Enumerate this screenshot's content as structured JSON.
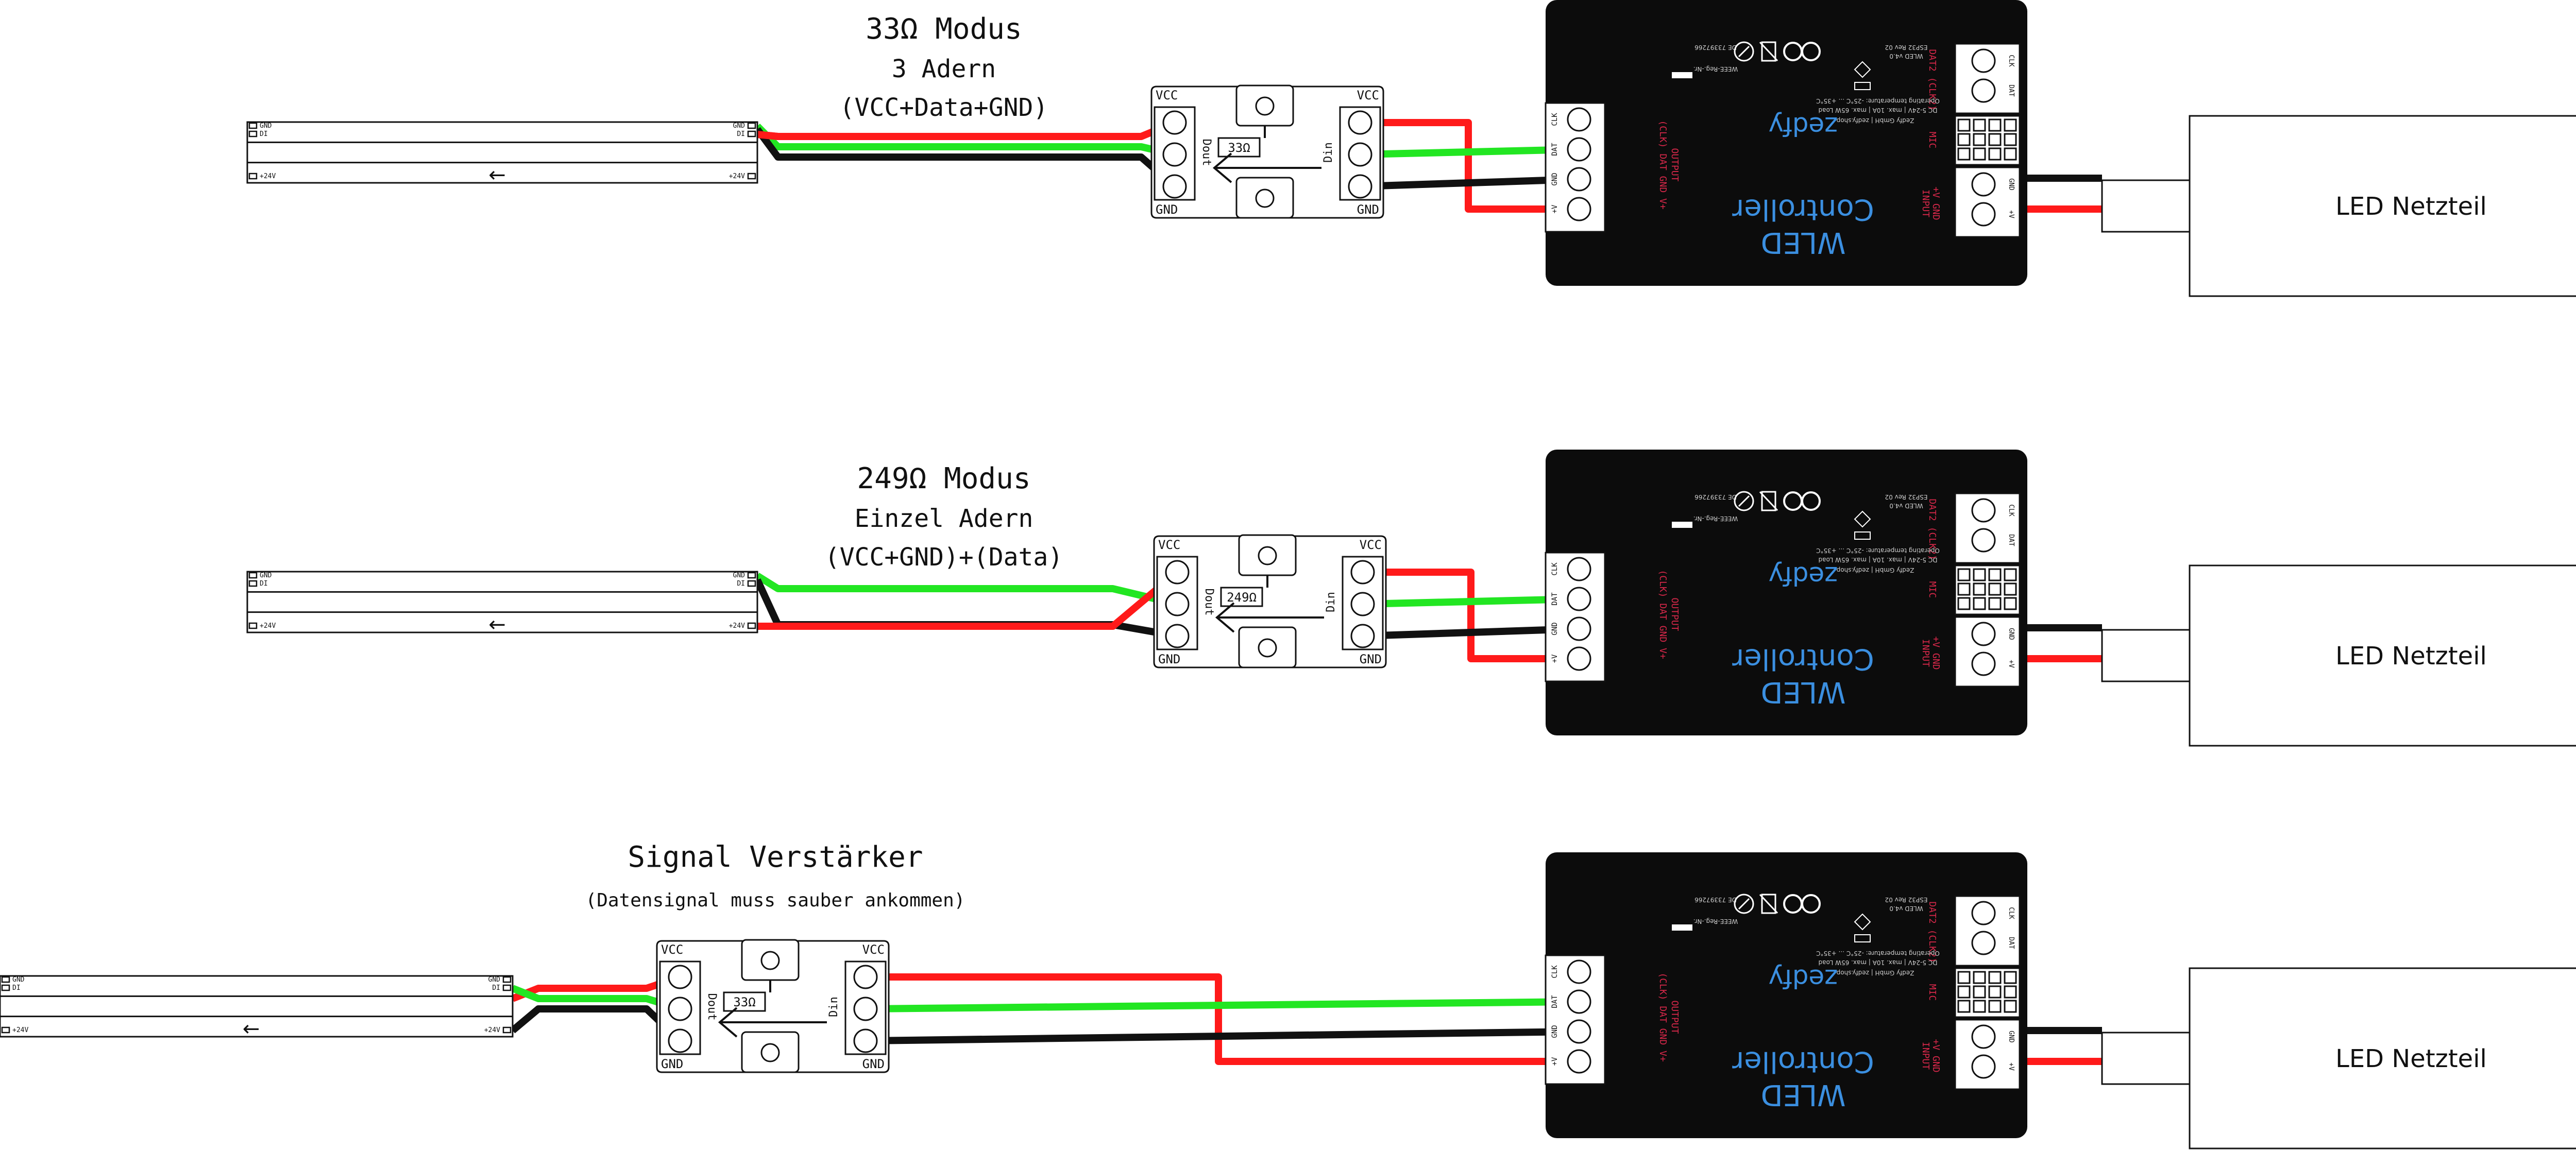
{
  "colors": {
    "wire_red": "#ff1a1a",
    "wire_green": "#22e622",
    "wire_black": "#111111",
    "controller_body": "#0c0c0c",
    "controller_label_blue": "#3b8fe0",
    "controller_label_red": "#d8284a"
  },
  "sections": [
    {
      "title": "33Ω Modus",
      "subtitle1": "3 Adern",
      "subtitle2": "(VCC+Data+GND)",
      "resistor": "33Ω"
    },
    {
      "title": "249Ω Modus",
      "subtitle1": "Einzel Adern",
      "subtitle2": "(VCC+GND)+(Data)",
      "resistor": "249Ω"
    },
    {
      "title": "Signal Verstärker",
      "subtitle1": "(Datensignal muss sauber ankommen)",
      "subtitle2": "",
      "resistor": "33Ω"
    }
  ],
  "strip": {
    "gnd": "GND",
    "di": "DI",
    "v24": "+24V",
    "arrow": "←"
  },
  "module": {
    "vcc": "VCC",
    "gnd": "GND",
    "dout": "Dout",
    "din": "Din"
  },
  "controller": {
    "brand": "zedfy",
    "name1": "WLED",
    "name2": "Controller",
    "output": "OUTPUT",
    "output_pins": "(CLK) DAT GND V+",
    "input": "INPUT",
    "input_pins": "+V GND",
    "mic": "MIC",
    "dat2": "DAT2 (CLK2)",
    "pin_dat": "DAT",
    "pin_clk": "CLK",
    "pin_gnd": "GND",
    "pin_v": "+V",
    "fine1": "WLED v4.0",
    "fine2": "ESP32 Rev 02",
    "fine3": "DC 5-24V | max. 10A | max. 65W Load",
    "fine4": "Operating temperature: -25°C ... +35°C",
    "fine5": "WEEE-Reg.-Nr.",
    "fine6": "DE 73397266",
    "fine7": "Zedfy GmbH | zedfy.shop"
  },
  "psu": {
    "label": "LED Netzteil"
  }
}
